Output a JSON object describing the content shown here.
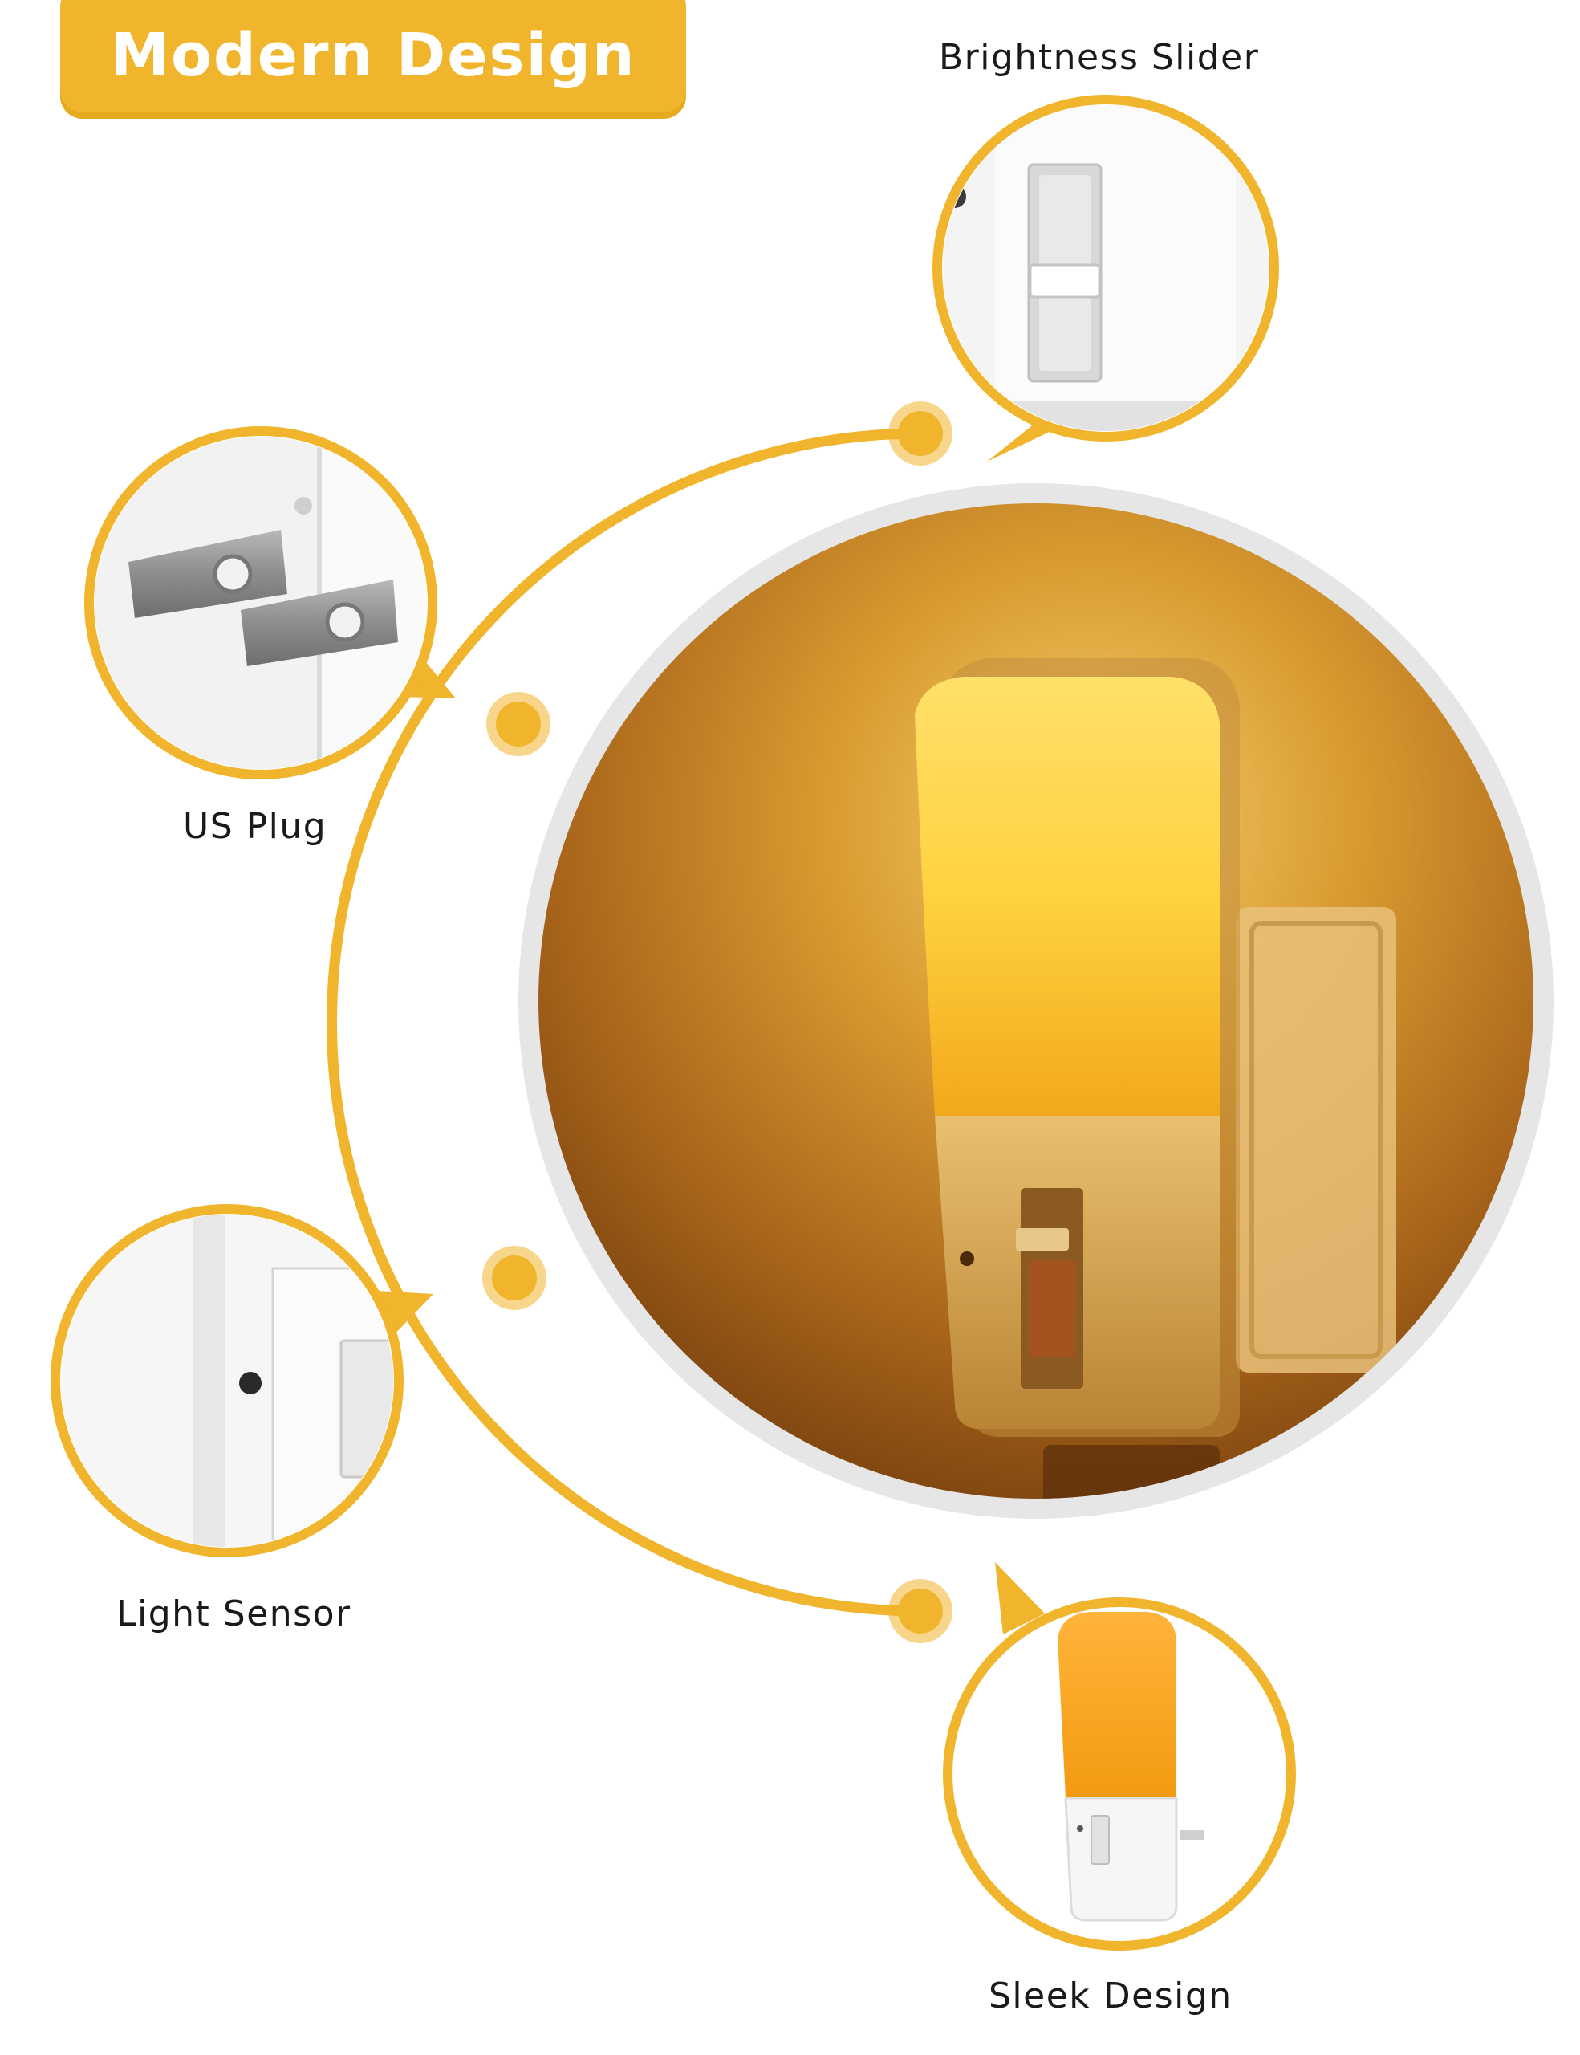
{
  "title": "Modern Design",
  "features": {
    "brightness_slider": "Brightness Slider",
    "us_plug": "US Plug",
    "light_sensor": "Light Sensor",
    "sleek_design": "Sleek Design"
  },
  "colors": {
    "accent": "#F0B52C",
    "accent_dark": "#E7A91E",
    "glow": "#FFD84A",
    "text": "#1a1a1a"
  },
  "icons": [
    "night-light",
    "brightness-slider",
    "us-plug-prongs",
    "light-sensor",
    "sleek-night-light"
  ]
}
